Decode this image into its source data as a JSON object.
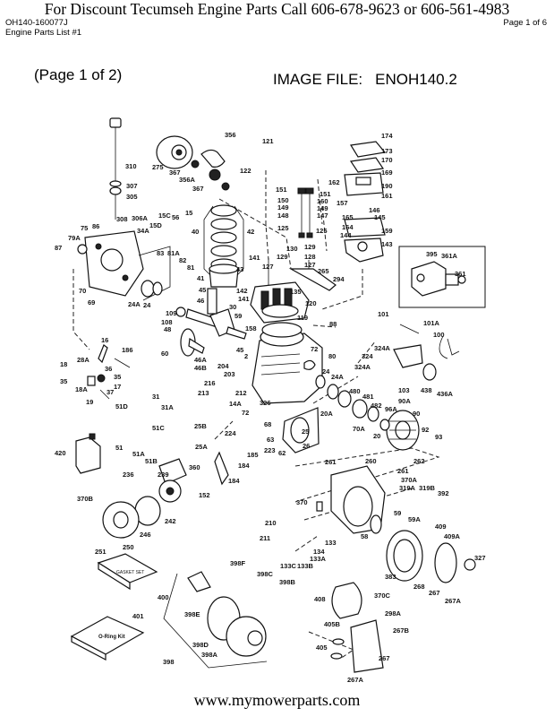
{
  "banner": "For  Discount Tecumseh Engine Parts Call 606-678-9623 or 606-561-4983",
  "header": {
    "doc_id": "OH140-160077J",
    "list_title": "Engine Parts List #1",
    "page_indicator": "Page 1 of 6"
  },
  "diagram": {
    "page_of": "(Page 1 of 2)",
    "image_file_label": "IMAGE FILE:",
    "image_file_name": "ENOH140.2",
    "kit_labels": {
      "gasket_set": "GASKET SET",
      "o_ring_kit": "O-Ring Kit"
    },
    "part_callouts": [
      {
        "id": "p310",
        "label": "310"
      },
      {
        "id": "p307",
        "label": "307"
      },
      {
        "id": "p305",
        "label": "305"
      },
      {
        "id": "p308",
        "label": "308"
      },
      {
        "id": "p306A",
        "label": "306A"
      },
      {
        "id": "p275",
        "label": "275"
      },
      {
        "id": "p367a",
        "label": "367"
      },
      {
        "id": "p356A",
        "label": "356A"
      },
      {
        "id": "p367b",
        "label": "367"
      },
      {
        "id": "p356",
        "label": "356"
      },
      {
        "id": "p121",
        "label": "121"
      },
      {
        "id": "p122",
        "label": "122"
      },
      {
        "id": "p75",
        "label": "75"
      },
      {
        "id": "p86",
        "label": "86"
      },
      {
        "id": "p79A",
        "label": "79A"
      },
      {
        "id": "p87",
        "label": "87"
      },
      {
        "id": "p70",
        "label": "70"
      },
      {
        "id": "p69",
        "label": "69"
      },
      {
        "id": "p34A",
        "label": "34A"
      },
      {
        "id": "p15D",
        "label": "15D"
      },
      {
        "id": "p15C",
        "label": "15C"
      },
      {
        "id": "p56",
        "label": "56"
      },
      {
        "id": "p15",
        "label": "15"
      },
      {
        "id": "p83",
        "label": "83"
      },
      {
        "id": "p81A",
        "label": "81A"
      },
      {
        "id": "p82",
        "label": "82"
      },
      {
        "id": "p81",
        "label": "81"
      },
      {
        "id": "p24A",
        "label": "24A"
      },
      {
        "id": "p24",
        "label": "24"
      },
      {
        "id": "p40",
        "label": "40"
      },
      {
        "id": "p42",
        "label": "42"
      },
      {
        "id": "p41",
        "label": "41"
      },
      {
        "id": "p43",
        "label": "43"
      },
      {
        "id": "p45",
        "label": "45"
      },
      {
        "id": "p46",
        "label": "46"
      },
      {
        "id": "p141a",
        "label": "141"
      },
      {
        "id": "p142",
        "label": "142"
      },
      {
        "id": "p141b",
        "label": "141"
      },
      {
        "id": "p151a",
        "label": "151"
      },
      {
        "id": "p150",
        "label": "150"
      },
      {
        "id": "p149a",
        "label": "149"
      },
      {
        "id": "p148a",
        "label": "148"
      },
      {
        "id": "p125a",
        "label": "125"
      },
      {
        "id": "p151b",
        "label": "151"
      },
      {
        "id": "p160",
        "label": "160"
      },
      {
        "id": "p149b",
        "label": "149"
      },
      {
        "id": "p147",
        "label": "147"
      },
      {
        "id": "p125b",
        "label": "125"
      },
      {
        "id": "p130",
        "label": "130"
      },
      {
        "id": "p129a",
        "label": "129"
      },
      {
        "id": "p127a",
        "label": "127"
      },
      {
        "id": "p129b",
        "label": "129"
      },
      {
        "id": "p128",
        "label": "128"
      },
      {
        "id": "p127b",
        "label": "127"
      },
      {
        "id": "p265",
        "label": "265"
      },
      {
        "id": "p294",
        "label": "294"
      },
      {
        "id": "p135",
        "label": "135"
      },
      {
        "id": "p120",
        "label": "120"
      },
      {
        "id": "p174",
        "label": "174"
      },
      {
        "id": "p173",
        "label": "173"
      },
      {
        "id": "p170",
        "label": "170"
      },
      {
        "id": "p169",
        "label": "169"
      },
      {
        "id": "p162",
        "label": "162"
      },
      {
        "id": "p190",
        "label": "190"
      },
      {
        "id": "p161",
        "label": "161"
      },
      {
        "id": "p157",
        "label": "157"
      },
      {
        "id": "p165",
        "label": "165"
      },
      {
        "id": "p146",
        "label": "146"
      },
      {
        "id": "p145",
        "label": "145"
      },
      {
        "id": "p164",
        "label": "164"
      },
      {
        "id": "p144",
        "label": "144"
      },
      {
        "id": "p159",
        "label": "159"
      },
      {
        "id": "p143",
        "label": "143"
      },
      {
        "id": "p395",
        "label": "395"
      },
      {
        "id": "p361A",
        "label": "361A"
      },
      {
        "id": "p361",
        "label": "361"
      },
      {
        "id": "p109",
        "label": "109"
      },
      {
        "id": "p108",
        "label": "108"
      },
      {
        "id": "p48",
        "label": "48"
      },
      {
        "id": "p30",
        "label": "30"
      },
      {
        "id": "p59",
        "label": "59"
      },
      {
        "id": "p158",
        "label": "158"
      },
      {
        "id": "p60",
        "label": "60"
      },
      {
        "id": "p46A",
        "label": "46A"
      },
      {
        "id": "p46B",
        "label": "46B"
      },
      {
        "id": "p45b",
        "label": "45"
      },
      {
        "id": "p119",
        "label": "119"
      },
      {
        "id": "p88",
        "label": "88"
      },
      {
        "id": "p80",
        "label": "80"
      },
      {
        "id": "p72a",
        "label": "72"
      },
      {
        "id": "p2",
        "label": "2"
      },
      {
        "id": "p204",
        "label": "204"
      },
      {
        "id": "p203",
        "label": "203"
      },
      {
        "id": "p216",
        "label": "216"
      },
      {
        "id": "p213",
        "label": "213"
      },
      {
        "id": "p212",
        "label": "212"
      },
      {
        "id": "p14A",
        "label": "14A"
      },
      {
        "id": "p72b",
        "label": "72"
      },
      {
        "id": "p16",
        "label": "16"
      },
      {
        "id": "p186",
        "label": "186"
      },
      {
        "id": "p28A",
        "label": "28A"
      },
      {
        "id": "p18",
        "label": "18"
      },
      {
        "id": "p36",
        "label": "36"
      },
      {
        "id": "p35a",
        "label": "35"
      },
      {
        "id": "p35b",
        "label": "35"
      },
      {
        "id": "p17",
        "label": "17"
      },
      {
        "id": "p18A",
        "label": "18A"
      },
      {
        "id": "p37",
        "label": "37"
      },
      {
        "id": "p19",
        "label": "19"
      },
      {
        "id": "p101",
        "label": "101"
      },
      {
        "id": "p101A",
        "label": "101A"
      },
      {
        "id": "p100",
        "label": "100"
      },
      {
        "id": "p324A",
        "label": "324A"
      },
      {
        "id": "p324",
        "label": "324"
      },
      {
        "id": "p324Ab",
        "label": "324A"
      },
      {
        "id": "p103",
        "label": "103"
      },
      {
        "id": "p438",
        "label": "438"
      },
      {
        "id": "p436A",
        "label": "436A"
      },
      {
        "id": "p24b",
        "label": "24"
      },
      {
        "id": "p24Ab",
        "label": "24A"
      },
      {
        "id": "p480",
        "label": "480"
      },
      {
        "id": "p481",
        "label": "481"
      },
      {
        "id": "p482",
        "label": "482"
      },
      {
        "id": "p90A",
        "label": "90A"
      },
      {
        "id": "p96A",
        "label": "96A"
      },
      {
        "id": "p90",
        "label": "90"
      },
      {
        "id": "p326",
        "label": "326"
      },
      {
        "id": "p20A",
        "label": "20A"
      },
      {
        "id": "p70A",
        "label": "70A"
      },
      {
        "id": "p20",
        "label": "20"
      },
      {
        "id": "p92",
        "label": "92"
      },
      {
        "id": "p93",
        "label": "93"
      },
      {
        "id": "p31",
        "label": "31"
      },
      {
        "id": "p31A",
        "label": "31A"
      },
      {
        "id": "p51D",
        "label": "51D"
      },
      {
        "id": "p51C",
        "label": "51C"
      },
      {
        "id": "p51",
        "label": "51"
      },
      {
        "id": "p51A",
        "label": "51A"
      },
      {
        "id": "p51B",
        "label": "51B"
      },
      {
        "id": "p420",
        "label": "420"
      },
      {
        "id": "p25B",
        "label": "25B"
      },
      {
        "id": "p25A",
        "label": "25A"
      },
      {
        "id": "p224",
        "label": "224"
      },
      {
        "id": "p68",
        "label": "68"
      },
      {
        "id": "p63",
        "label": "63"
      },
      {
        "id": "p223",
        "label": "223"
      },
      {
        "id": "p62",
        "label": "62"
      },
      {
        "id": "p185",
        "label": "185"
      },
      {
        "id": "p184a",
        "label": "184"
      },
      {
        "id": "p184b",
        "label": "184"
      },
      {
        "id": "p25",
        "label": "25"
      },
      {
        "id": "p26",
        "label": "26"
      },
      {
        "id": "p261a",
        "label": "261"
      },
      {
        "id": "p260",
        "label": "260"
      },
      {
        "id": "p261b",
        "label": "261"
      },
      {
        "id": "p262",
        "label": "262"
      },
      {
        "id": "p370A",
        "label": "370A"
      },
      {
        "id": "p319A",
        "label": "319A"
      },
      {
        "id": "p319B",
        "label": "319B"
      },
      {
        "id": "p392",
        "label": "392"
      },
      {
        "id": "p236",
        "label": "236"
      },
      {
        "id": "p360",
        "label": "360"
      },
      {
        "id": "p239",
        "label": "239"
      },
      {
        "id": "p152",
        "label": "152"
      },
      {
        "id": "p370B",
        "label": "370B"
      },
      {
        "id": "p242",
        "label": "242"
      },
      {
        "id": "p246",
        "label": "246"
      },
      {
        "id": "p250",
        "label": "250"
      },
      {
        "id": "p251",
        "label": "251"
      },
      {
        "id": "p370",
        "label": "370"
      },
      {
        "id": "p210",
        "label": "210"
      },
      {
        "id": "p211",
        "label": "211"
      },
      {
        "id": "p133",
        "label": "133"
      },
      {
        "id": "p134",
        "label": "134"
      },
      {
        "id": "p133A",
        "label": "133A"
      },
      {
        "id": "p133C",
        "label": "133C"
      },
      {
        "id": "p133B",
        "label": "133B"
      },
      {
        "id": "p58",
        "label": "58"
      },
      {
        "id": "p59b",
        "label": "59"
      },
      {
        "id": "p59A",
        "label": "59A"
      },
      {
        "id": "p409",
        "label": "409"
      },
      {
        "id": "p409A",
        "label": "409A"
      },
      {
        "id": "p383",
        "label": "383"
      },
      {
        "id": "p327",
        "label": "327"
      },
      {
        "id": "p268",
        "label": "268"
      },
      {
        "id": "p267",
        "label": "267"
      },
      {
        "id": "p267A",
        "label": "267A"
      },
      {
        "id": "p398F",
        "label": "398F"
      },
      {
        "id": "p398C",
        "label": "398C"
      },
      {
        "id": "p398B",
        "label": "398B"
      },
      {
        "id": "p398E",
        "label": "398E"
      },
      {
        "id": "p398D",
        "label": "398D"
      },
      {
        "id": "p398A",
        "label": "398A"
      },
      {
        "id": "p398",
        "label": "398"
      },
      {
        "id": "p400",
        "label": "400"
      },
      {
        "id": "p401",
        "label": "401"
      },
      {
        "id": "p408",
        "label": "408"
      },
      {
        "id": "p370C",
        "label": "370C"
      },
      {
        "id": "p298A",
        "label": "298A"
      },
      {
        "id": "p405b",
        "label": "405B"
      },
      {
        "id": "p267B",
        "label": "267B"
      },
      {
        "id": "p405",
        "label": "405"
      },
      {
        "id": "p267c",
        "label": "267"
      },
      {
        "id": "p267Ab",
        "label": "267A"
      }
    ]
  },
  "footer": "www.mymowerparts.com"
}
